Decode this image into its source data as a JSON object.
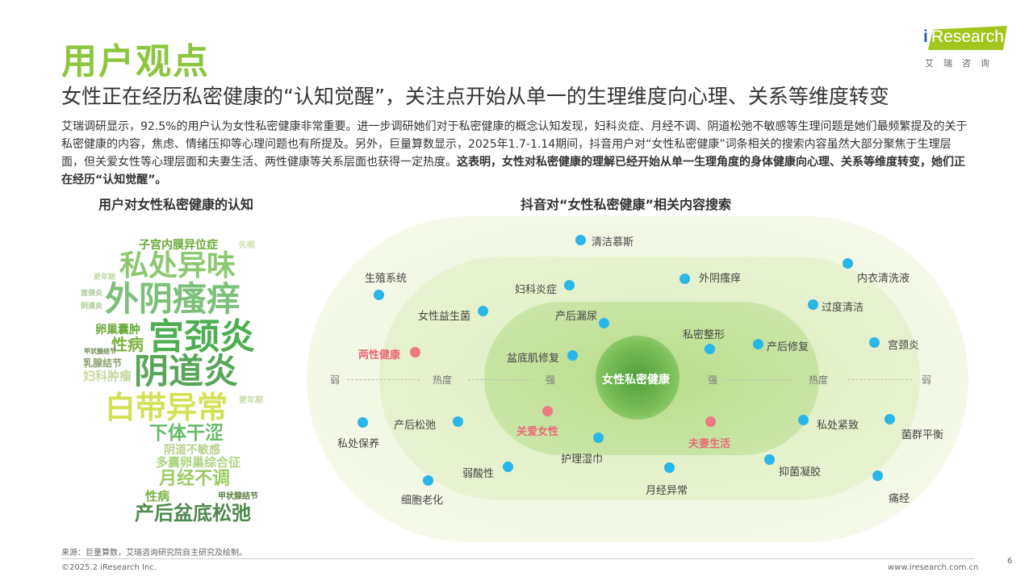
{
  "title": "用户观点",
  "subtitle": "女性正在经历私密健康的“认知觉醒”，关注点开始从单一的生理维度向心理、关系等维度转变",
  "body_text": "艾瑞调研显示，92.5%的用户认为女性私密健康非常重要。进一步调研她们对于私密健康的概念认知发现，妇科炎症、月经不调、阴道松弛不敏感等生理问题是她们最频繁提及的关于私密健康的内容，焦虑、情绪压抑等心理问题也有所提及。另外，巨量算数显示，2025年1.7-1.14期间，抖音用户对“女性私密健康”词条相关的搜索内容虽然大部分聚焦于生理层面，但关爱女性等心理层面和夫妻生活、两性健康等关系层面也获得一定热度。",
  "body_bold": "这表明，女性对私密健康的理解已经开始从单一生理角度的身体健康向心理、关系等维度转变，她们正在经历“认知觉醒”。",
  "logo": {
    "text": "iResearch",
    "cn": "艾瑞咨询",
    "color": "#a2c61e"
  },
  "left_title": "用户对女性私密健康的认知",
  "right_title": "抖音对“女性私密健康”相关内容搜索",
  "word_cloud": [
    {
      "t": "子宫内膜异位症",
      "c": "#6aaa3a"
    },
    {
      "t": "私处异味",
      "c": "#8cc870"
    },
    {
      "t": "外阴瘙痒",
      "c": "#7cc07a"
    },
    {
      "t": "卵巢囊肿",
      "c": "#6aaa3a"
    },
    {
      "t": "宫颈炎",
      "c": "#4caf50"
    },
    {
      "t": "性病",
      "c": "#7cb342"
    },
    {
      "t": "阴道炎",
      "c": "#5aa55a"
    },
    {
      "t": "乳腺结节",
      "c": "#8aa070"
    },
    {
      "t": "妇科肿瘤",
      "c": "#c8d8a0"
    },
    {
      "t": "白带异常",
      "c": "#d4e157"
    },
    {
      "t": "下体干涩",
      "c": "#66bb6a"
    },
    {
      "t": "阴道不敏感",
      "c": "#b8d090"
    },
    {
      "t": "多囊卵巢综合征",
      "c": "#aed581"
    },
    {
      "t": "月经不调",
      "c": "#9ccc65"
    },
    {
      "t": "性病",
      "c": "#7cb342"
    },
    {
      "t": "甲状腺结节",
      "c": "#5a7a40"
    },
    {
      "t": "产后盆底松弛",
      "c": "#4e8a4e"
    },
    {
      "t": "宫颈炎",
      "c": "#a8c890"
    },
    {
      "t": "阴道炎",
      "c": "#a8c890"
    },
    {
      "t": "更年期",
      "c": "#c0d8a0"
    },
    {
      "t": "甲状腺结节",
      "c": "#6a8a50"
    },
    {
      "t": "失眠",
      "c": "#d0e0b0"
    },
    {
      "t": "更年期",
      "c": "#c8dca8"
    }
  ],
  "diagram": {
    "center": "女性私密健康",
    "axis": {
      "weak": "弱",
      "heat": "热度",
      "strong": "强"
    },
    "colors": {
      "physical": "#29b6e8",
      "other": "#ec7a80"
    },
    "items": [
      {
        "label": "清洁慕斯",
        "type": "physical"
      },
      {
        "label": "生殖系统",
        "type": "physical"
      },
      {
        "label": "妇科炎症",
        "type": "physical"
      },
      {
        "label": "外阴瘙痒",
        "type": "physical"
      },
      {
        "label": "内衣清洗液",
        "type": "physical"
      },
      {
        "label": "女性益生菌",
        "type": "physical"
      },
      {
        "label": "产后漏尿",
        "type": "physical"
      },
      {
        "label": "过度清洁",
        "type": "physical"
      },
      {
        "label": "私密整形",
        "type": "physical"
      },
      {
        "label": "产后修复",
        "type": "physical"
      },
      {
        "label": "宫颈炎",
        "type": "physical"
      },
      {
        "label": "两性健康",
        "type": "other"
      },
      {
        "label": "盆底肌修复",
        "type": "physical"
      },
      {
        "label": "关爱女性",
        "type": "other"
      },
      {
        "label": "夫妻生活",
        "type": "other"
      },
      {
        "label": "私处保养",
        "type": "physical"
      },
      {
        "label": "产后松弛",
        "type": "physical"
      },
      {
        "label": "护理湿巾",
        "type": "physical"
      },
      {
        "label": "私处紧致",
        "type": "physical"
      },
      {
        "label": "菌群平衡",
        "type": "physical"
      },
      {
        "label": "弱酸性",
        "type": "physical"
      },
      {
        "label": "月经异常",
        "type": "physical"
      },
      {
        "label": "抑菌凝胶",
        "type": "physical"
      },
      {
        "label": "细胞老化",
        "type": "physical"
      },
      {
        "label": "痛经",
        "type": "physical"
      }
    ]
  },
  "source": "来源：巨量算数，艾瑞咨询研究院自主研究及绘制。",
  "copyright": "©2025.2 iResearch Inc.",
  "website": "www.iresearch.com.cn",
  "page": "6"
}
